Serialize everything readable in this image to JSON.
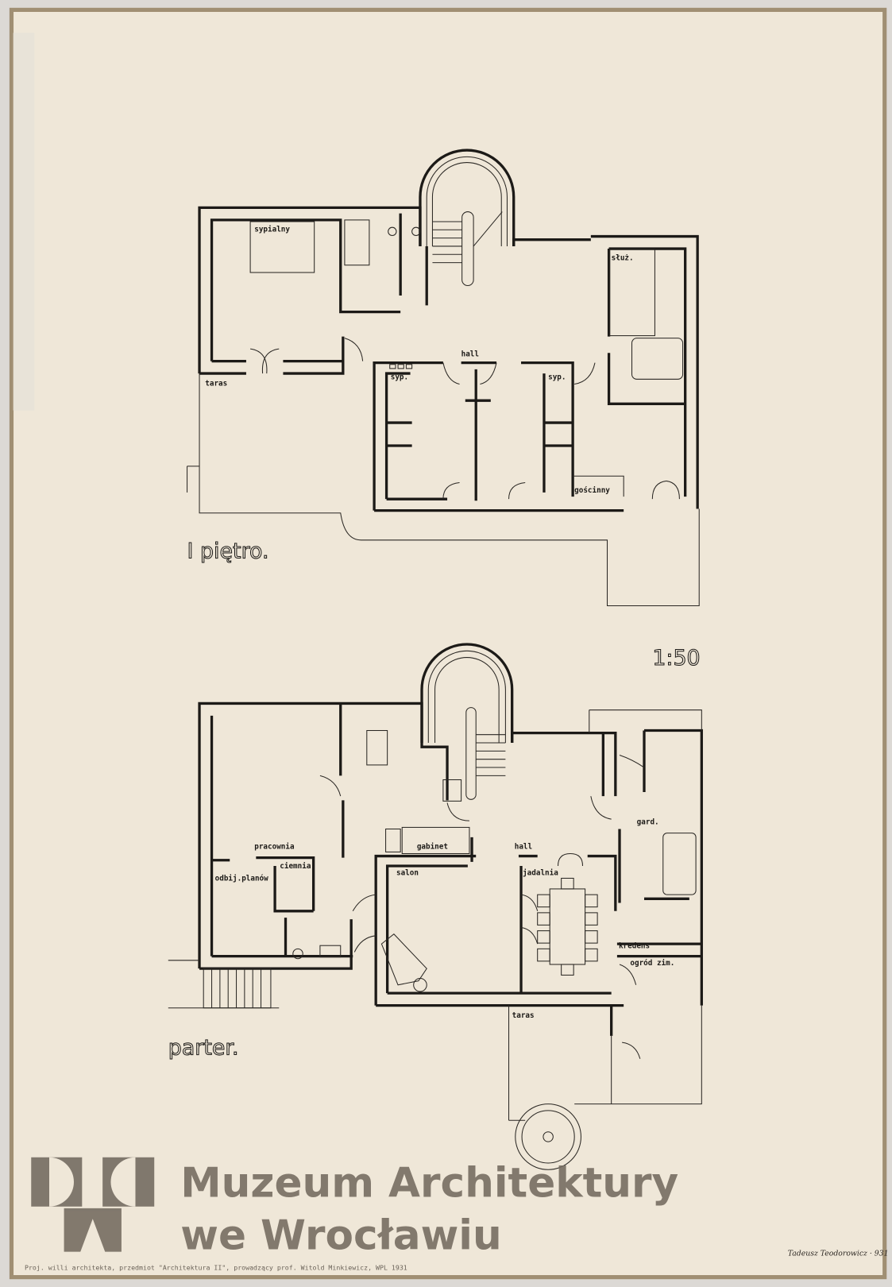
{
  "upper_plan": {
    "title": "I piętro.",
    "rooms": {
      "sypialny": "sypialny",
      "taras": "taras",
      "hall": "hall",
      "syp_left": "syp.",
      "syp_right": "syp.",
      "sluz": "służ.",
      "goscinny": "gościnny"
    }
  },
  "scale": "1:50",
  "ground_plan": {
    "title": "parter.",
    "rooms": {
      "pracownia": "pracownia",
      "ciemnia": "ciemnia",
      "odbij": "odbij.planów",
      "gabinet": "gabinet",
      "salon": "salon",
      "hall": "hall",
      "jadalnia": "jadalnia",
      "gard": "gard.",
      "kredens": "kredens",
      "ogrod": "ogród zim.",
      "taras": "taras"
    }
  },
  "watermark": {
    "line1": "Muzeum Architektury",
    "line2": "we Wrocławiu",
    "logo": "MA"
  },
  "caption": "Proj. willi architekta, przedmiot \"Architektura II\", prowadzący prof. Witold Minkiewicz, WPL 1931",
  "signature": "Tadeusz Teodorowicz · 931",
  "colors": {
    "paper": "#efe7d8",
    "ink": "#1c1a17",
    "watermark": "#756d62"
  }
}
